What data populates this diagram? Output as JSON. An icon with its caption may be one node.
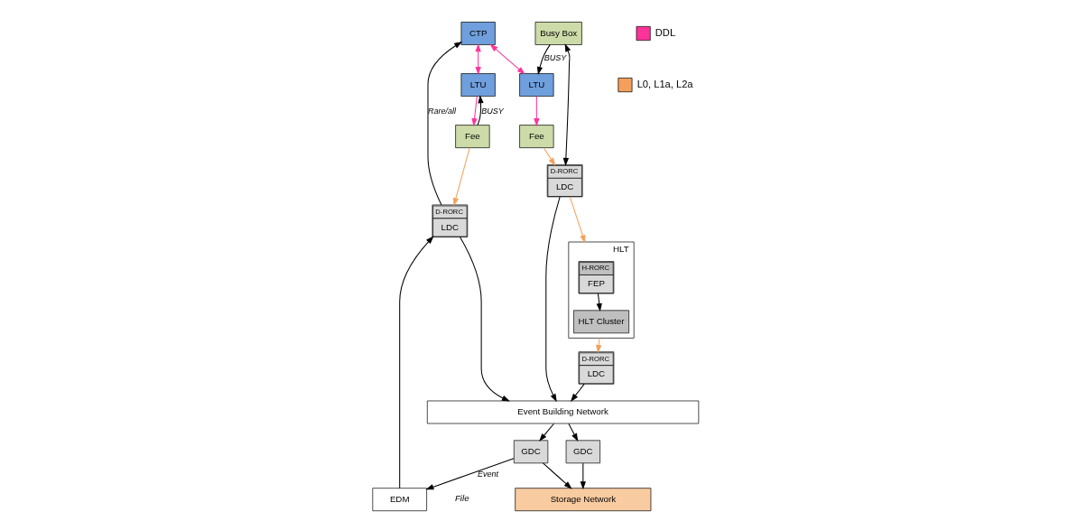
{
  "diagram": {
    "nodes": [
      {
        "text": [
          "CTP"
        ]
      },
      {
        "text": [
          "LTU"
        ]
      },
      {
        "text": [
          "Fee"
        ]
      },
      {
        "text": [
          "D-RORC",
          "LDC"
        ]
      },
      {
        "text": [
          "Busy Box"
        ]
      },
      {
        "text": [
          "LTU"
        ]
      },
      {
        "text": [
          "Fee"
        ]
      },
      {
        "text": [
          "D-RORC",
          "LDC"
        ]
      },
      {
        "text": [
          "HLT"
        ]
      },
      {
        "text": [
          "H-RORC",
          "FEP"
        ],
        "in": 8
      },
      {
        "text": [
          "HLT Cluster"
        ],
        "in": 8
      },
      {
        "text": [
          "D-RORC",
          "LDC"
        ]
      },
      {
        "text": [
          "EDM"
        ]
      },
      {
        "text": [
          "Event Building Network"
        ]
      },
      {
        "text": [
          "GDC"
        ]
      },
      {
        "text": [
          "GDC"
        ]
      },
      {
        "text": [
          "Storage Network"
        ]
      }
    ],
    "edges": [
      {
        "from": 3,
        "to": 0,
        "arrow": "to",
        "label": "Rare/all"
      },
      {
        "from": 0,
        "to": 1,
        "arrow": "both",
        "color": "#ff3399"
      },
      {
        "from": 0,
        "to": 5,
        "arrow": "both",
        "color": "#ff3399"
      },
      {
        "from": 1,
        "to": 2,
        "arrow": "to",
        "color": "#ff3399"
      },
      {
        "from": 2,
        "to": 1,
        "arrow": "to",
        "label": "BUSY"
      },
      {
        "from": 2,
        "to": 3,
        "arrow": "to",
        "color": "#f4a05a"
      },
      {
        "from": 4,
        "to": 5,
        "arrow": "to",
        "label": "BUSY"
      },
      {
        "from": 5,
        "to": 6,
        "arrow": "to",
        "color": "#ff3399"
      },
      {
        "from": 6,
        "to": 7,
        "arrow": "to",
        "color": "#f4a05a"
      },
      {
        "from": 4,
        "to": 7,
        "arrow": "both"
      },
      {
        "from": 7,
        "to": 8,
        "arrow": "to",
        "color": "#f4a05a"
      },
      {
        "from": 9,
        "to": 10,
        "arrow": "to"
      },
      {
        "from": 8,
        "to": 11,
        "arrow": "to",
        "color": "#f4a05a"
      },
      {
        "from": 12,
        "to": 3,
        "arrow": "to"
      },
      {
        "from": 3,
        "to": 13,
        "arrow": "to"
      },
      {
        "from": 7,
        "to": 13,
        "arrow": "to"
      },
      {
        "from": 11,
        "to": 13,
        "arrow": "to"
      },
      {
        "from": 13,
        "to": 14,
        "arrow": "to"
      },
      {
        "from": 13,
        "to": 15,
        "arrow": "to"
      },
      {
        "from": 14,
        "to": 12,
        "arrow": "to",
        "label": "Event"
      },
      {
        "from": 14,
        "to": 16,
        "arrow": "to"
      },
      {
        "from": 15,
        "to": 16,
        "arrow": "to"
      }
    ],
    "labels": [
      "File"
    ],
    "legend": [
      {
        "text": "DDL",
        "color": "#ff3399"
      },
      {
        "text": "L0, L1a, L2a",
        "color": "#f4a05a"
      }
    ]
  }
}
